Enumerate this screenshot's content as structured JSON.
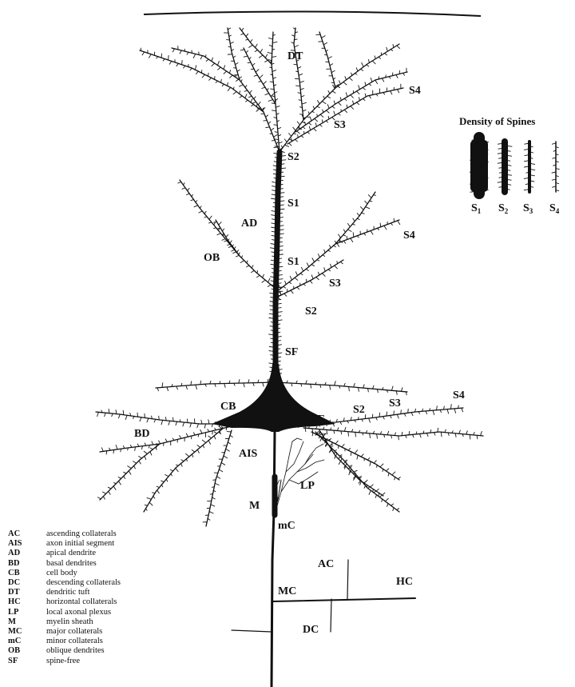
{
  "labels": {
    "dt": "DT",
    "s4_top": "S4",
    "s3_top": "S3",
    "s2_top": "S2",
    "s1_upper": "S1",
    "ad": "AD",
    "ob": "OB",
    "s1_lower": "S1",
    "s4_right": "S4",
    "s3_right": "S3",
    "s2_right": "S2",
    "sf_upper": "SF",
    "cb": "CB",
    "sf_lower": "SF",
    "s2_basal": "S2",
    "s3_basal": "S3",
    "s4_basal": "S4",
    "bd": "BD",
    "ais": "AIS",
    "lp": "LP",
    "m": "M",
    "minor_c": "mC",
    "ac": "AC",
    "hc": "HC",
    "major_c": "MC",
    "dc": "DC"
  },
  "spine_density": {
    "title": "Density of Spines",
    "levels": [
      {
        "letter": "S",
        "number": "1"
      },
      {
        "letter": "S",
        "number": "2"
      },
      {
        "letter": "S",
        "number": "3"
      },
      {
        "letter": "S",
        "number": "4"
      }
    ]
  },
  "legend": [
    {
      "abbr": "AC",
      "desc": "ascending collaterals"
    },
    {
      "abbr": "AIS",
      "desc": "axon initial segment"
    },
    {
      "abbr": "AD",
      "desc": "apical dendrite"
    },
    {
      "abbr": "BD",
      "desc": "basal dendrites"
    },
    {
      "abbr": "CB",
      "desc": "cell body"
    },
    {
      "abbr": "DC",
      "desc": "descending collaterals"
    },
    {
      "abbr": "DT",
      "desc": "dendritic tuft"
    },
    {
      "abbr": "HC",
      "desc": "horizontal collaterals"
    },
    {
      "abbr": "LP",
      "desc": "local axonal plexus"
    },
    {
      "abbr": "M",
      "desc": "myelin sheath"
    },
    {
      "abbr": "MC",
      "desc": "major collaterals"
    },
    {
      "abbr": "mC",
      "desc": "minor collaterals"
    },
    {
      "abbr": "OB",
      "desc": "oblique dendrites"
    },
    {
      "abbr": "SF",
      "desc": "spine-free"
    }
  ]
}
